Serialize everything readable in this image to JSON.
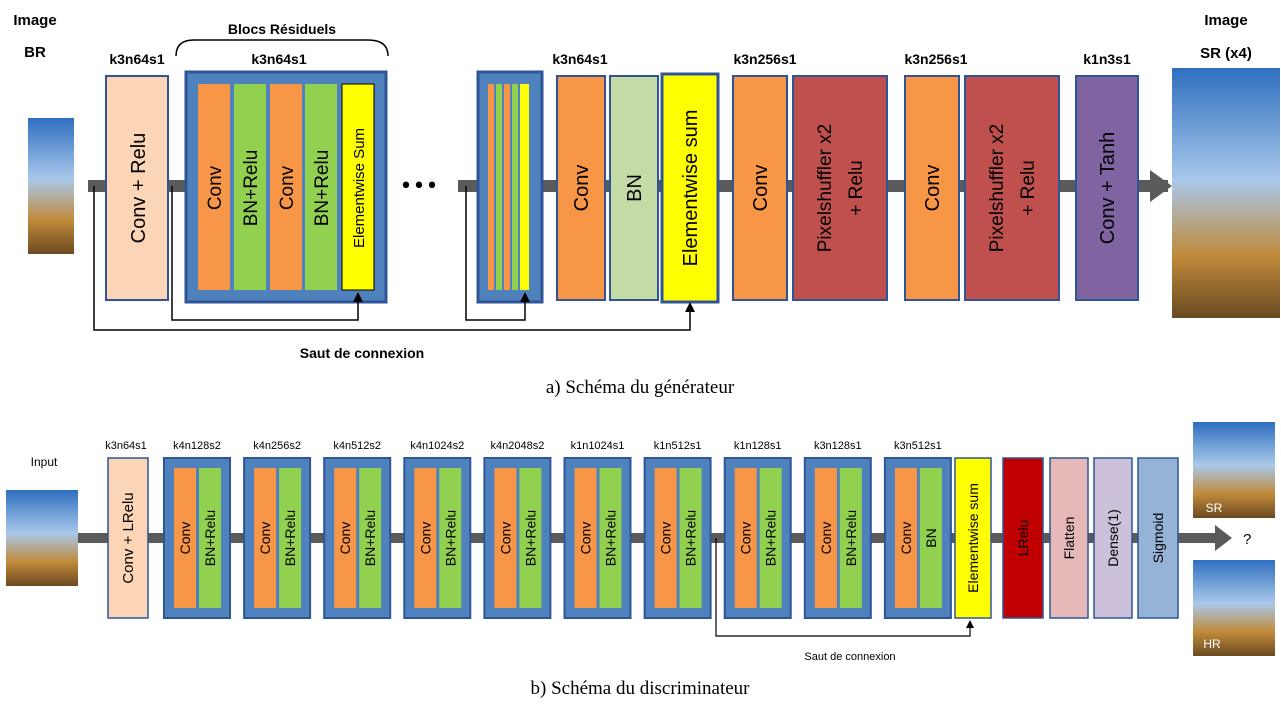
{
  "generator": {
    "input_label_line1": "Image",
    "input_label_line2": "BR",
    "output_label_line1": "Image",
    "output_label_line2": "SR (x4)",
    "residual_blocks_label": "Blocs Résiduels",
    "skip_label": "Saut de connexion",
    "caption": "a) Schéma du générateur",
    "ellipsis": "•••",
    "params": {
      "conv_relu": "k3n64s1",
      "res_block": "k3n64s1",
      "conv_bn": "k3n64s1",
      "ps1": "k3n256s1",
      "ps2": "k3n256s1",
      "final": "k1n3s1"
    },
    "layers": {
      "conv_relu": "Conv + Relu",
      "res_conv1": "Conv",
      "res_bn1": "BN+Relu",
      "res_conv2": "Conv",
      "res_bn2": "BN+Relu",
      "res_sum": "Elementwise Sum",
      "post_conv": "Conv",
      "post_bn": "BN",
      "post_sum": "Elementwise sum",
      "up_conv1": "Conv",
      "pixelshuffler1_line1": "Pixelshuffler x2",
      "pixelshuffler1_line2": "+ Relu",
      "up_conv2": "Conv",
      "pixelshuffler2_line1": "Pixelshuffler x2",
      "pixelshuffler2_line2": "+ Relu",
      "conv_tanh": "Conv + Tanh"
    }
  },
  "discriminator": {
    "input_label": "Input",
    "output_question": "?",
    "sr_label": "SR",
    "hr_label": "HR",
    "skip_label": "Saut de connexion",
    "caption": "b) Schéma du discriminateur",
    "first": {
      "param": "k3n64s1",
      "label": "Conv + LRelu"
    },
    "blocks": [
      {
        "param": "k4n128s2",
        "conv": "Conv",
        "bn": "BN+Relu"
      },
      {
        "param": "k4n256s2",
        "conv": "Conv",
        "bn": "BN+Relu"
      },
      {
        "param": "k4n512s2",
        "conv": "Conv",
        "bn": "BN+Relu"
      },
      {
        "param": "k4n1024s2",
        "conv": "Conv",
        "bn": "BN+Relu"
      },
      {
        "param": "k4n2048s2",
        "conv": "Conv",
        "bn": "BN+Relu"
      },
      {
        "param": "k1n1024s1",
        "conv": "Conv",
        "bn": "BN+Relu"
      },
      {
        "param": "k1n512s1",
        "conv": "Conv",
        "bn": "BN+Relu"
      },
      {
        "param": "k1n128s1",
        "conv": "Conv",
        "bn": "BN+Relu"
      },
      {
        "param": "k3n128s1",
        "conv": "Conv",
        "bn": "BN+Relu"
      },
      {
        "param": "k3n512s1",
        "conv": "Conv",
        "bn": "BN"
      }
    ],
    "tail": {
      "sum": "Elementwise sum",
      "lrelu": "LRelu",
      "flatten": "Flatten",
      "dense": "Dense(1)",
      "sigmoid": "Sigmoid"
    }
  },
  "colors": {
    "spine": "#5a5a5a",
    "block_border": "#2f5597",
    "block_fill": "#4f81bd",
    "conv": "#f79646",
    "bn": "#92d050",
    "bn_plain": "#c4dba6",
    "sum": "#ffff00",
    "pixelshuffler": "#c0504d",
    "tanh": "#8064a2",
    "conv_relu": "#fbd5b5",
    "lrelu": "#c00000",
    "flatten": "#e6b9b8",
    "dense": "#ccc0da",
    "sigmoid": "#95b3d7",
    "sky": "#3b78c4"
  }
}
